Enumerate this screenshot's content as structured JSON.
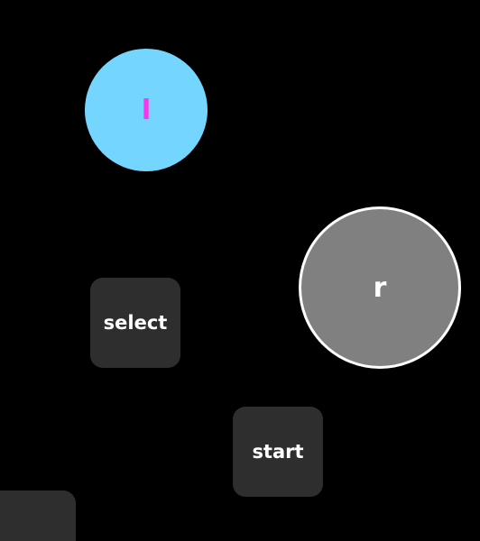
{
  "controls": {
    "l_button": {
      "label": "l",
      "fill": "#74d6ff",
      "text_color": "#ff33ee"
    },
    "r_button": {
      "label": "r",
      "fill": "#808080",
      "text_color": "#ffffff",
      "border": "#ffffff"
    },
    "select_button": {
      "label": "select",
      "fill": "#2e2e2e"
    },
    "start_button": {
      "label": "start",
      "fill": "#2e2e2e"
    },
    "partial_button": {
      "label": "",
      "fill": "#2e2e2e"
    }
  },
  "background": "#000000"
}
